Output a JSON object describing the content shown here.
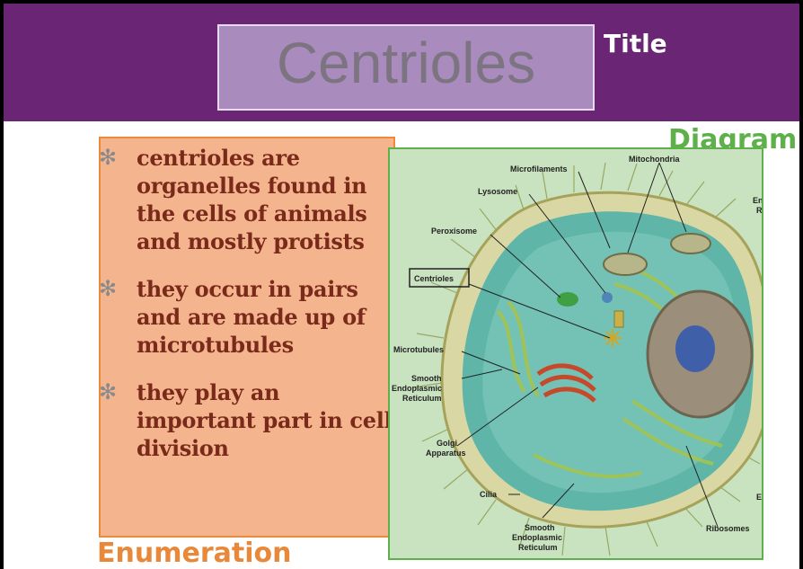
{
  "title": {
    "text": "Centrioles",
    "tag": "Title"
  },
  "diagram": {
    "tag": "Diagram",
    "labels": {
      "microfilaments": "Microfilaments",
      "mitochondria": "Mitochondria",
      "lysosome": "Lysosome",
      "peroxisome": "Peroxisome",
      "centrioles": "Centrioles",
      "microtubules": "Microtubules",
      "smooth_er_1": "Smooth",
      "smooth_er_2": "Endoplasmic",
      "smooth_er_3": "Reticulum",
      "golgi_1": "Golgi",
      "golgi_2": "Apparatus",
      "cilia": "Cilia",
      "smooth_er_b1": "Smooth",
      "smooth_er_b2": "Endoplasmic",
      "smooth_er_b3": "Reticulum",
      "ribosomes": "Ribosomes",
      "cut_en": "En",
      "cut_r": "R",
      "cut_e": "E"
    }
  },
  "enumeration": {
    "tag": "Enumeration",
    "bullet_symbol": "✻",
    "items": [
      {
        "lines": [
          "centrioles are",
          "organelles found in",
          "the cells of animals",
          "and mostly protists"
        ]
      },
      {
        "lines": [
          "they occur in pairs",
          "and are made up of",
          "microtubules"
        ]
      },
      {
        "lines": [
          "they play an",
          "important part in cell",
          "division"
        ]
      }
    ]
  },
  "colors": {
    "title_bar": "#6b2575",
    "title_box": "#a98bbd",
    "enumeration_box": "#f4b48e",
    "enumeration_accent": "#e8883a",
    "diagram_accent": "#5db04a",
    "bullet_text": "#7a2a1a"
  }
}
